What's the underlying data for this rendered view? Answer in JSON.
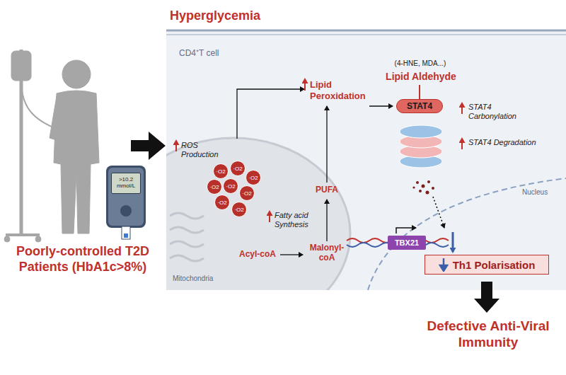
{
  "diagram": {
    "title": "Hyperglycemia",
    "nodes": [
      {
        "text": [
          ">10.2 mmol/L"
        ]
      },
      {
        "text": [
          "CD4⁺T cell"
        ]
      },
      {
        "text": [
          "·O2"
        ],
        "in": 1
      },
      {
        "text": [
          "·O2"
        ],
        "in": 1
      },
      {
        "text": [
          "·O2"
        ],
        "in": 1
      },
      {
        "text": [
          "·O2"
        ],
        "in": 1
      },
      {
        "text": [
          "·O2"
        ],
        "in": 1
      },
      {
        "text": [
          "·O2"
        ],
        "in": 1
      },
      {
        "text": [
          "·O2"
        ],
        "in": 1
      },
      {
        "text": [
          "·O2"
        ],
        "in": 1
      },
      {
        "text": [
          "STAT4"
        ],
        "in": 1
      },
      {
        "text": [
          "TBX21"
        ],
        "in": 1
      },
      {
        "text": [
          "Th1 Polarisation"
        ],
        "in": 1
      }
    ],
    "labels": [
      "Poorly-controlled T2D Patients (HbA1c>8%)",
      "ROS Production",
      "Fatty acid Synthesis",
      "Acyl-coA",
      "Malonyl-coA",
      "PUFA",
      "Lipid Peroxidation",
      "(4-HNE, MDA...)",
      "Lipid Aldehyde",
      "STAT4 Carbonylation",
      "STAT4 Degradation",
      "Nucleus",
      "Mitochondria",
      "Defective Anti-Viral Immunity"
    ]
  }
}
